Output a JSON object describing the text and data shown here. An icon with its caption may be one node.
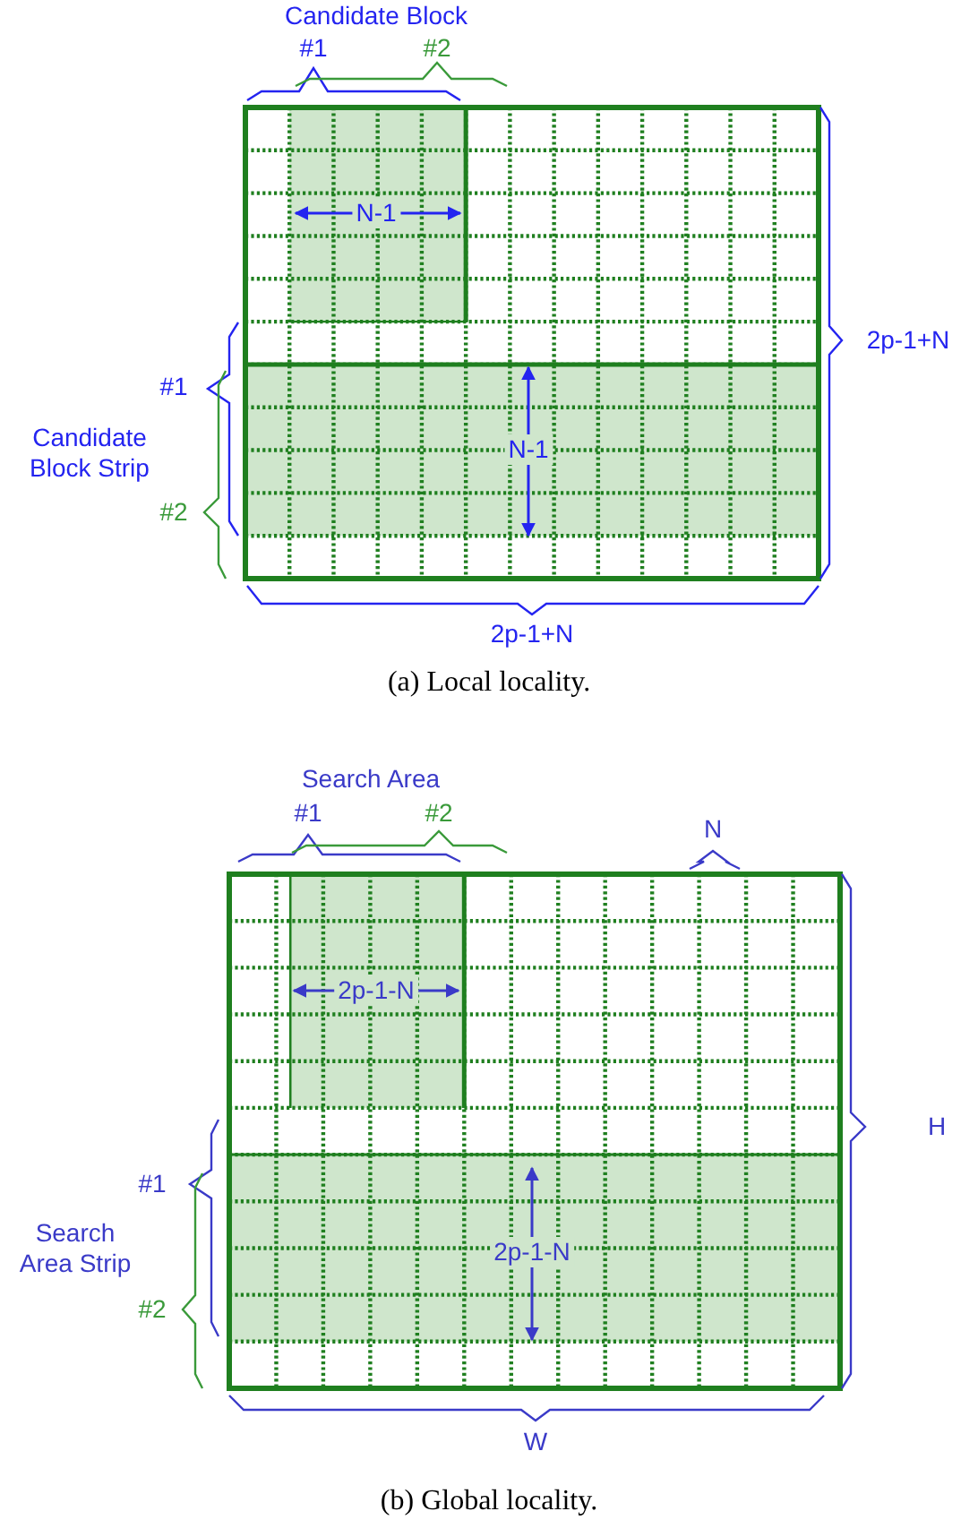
{
  "diagram": {
    "labels": [
      "Candidate Block",
      "#1",
      "#2",
      "N-1",
      "2p-1+N",
      "#1",
      "Candidate Block Strip",
      "N-1",
      "#2",
      "2p-1+N",
      "(a) Local locality.",
      "Search Area",
      "#1",
      "#2",
      "N",
      "2p-1-N",
      "H",
      "#1",
      "Search Area Strip",
      "2p-1-N",
      "#2",
      "W",
      "(b) Global locality."
    ]
  }
}
